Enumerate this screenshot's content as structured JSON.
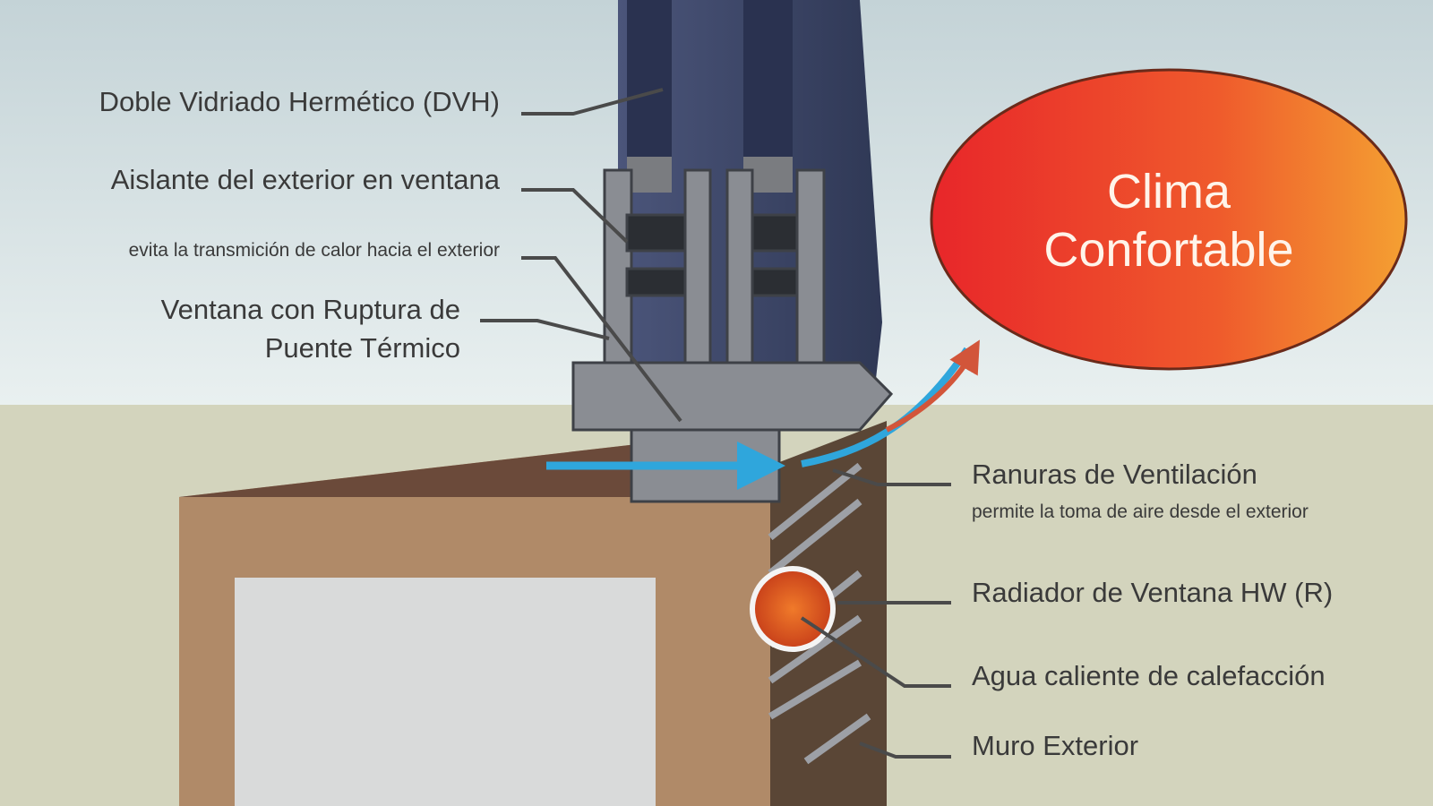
{
  "labels_left": {
    "dvh": "Doble Vidriado Hermético (DVH)",
    "aislante": "Aislante del exterior en ventana",
    "evita": "evita la transmición de calor hacia el exterior",
    "ruptura_line1": "Ventana con Ruptura de",
    "ruptura_line2": "Puente Térmico"
  },
  "labels_right": {
    "ranuras": "Ranuras de Ventilación",
    "ranuras_sub": "permite la toma de aire desde el exterior",
    "radiador": "Radiador de Ventana HW (R)",
    "agua": "Agua caliente de calefacción",
    "muro": "Muro Exterior"
  },
  "bubble": {
    "line1": "Clima",
    "line2": "Confortable"
  },
  "colors": {
    "sky": "#d2dfe1",
    "ground": "#d3d4bd",
    "glass": "#3b4566",
    "wall": "#b08a68",
    "air_arrow": "#2fa6dc",
    "warm_arrow": "#d2553a",
    "bubble_start": "#e8262a",
    "bubble_end": "#f4a032"
  }
}
